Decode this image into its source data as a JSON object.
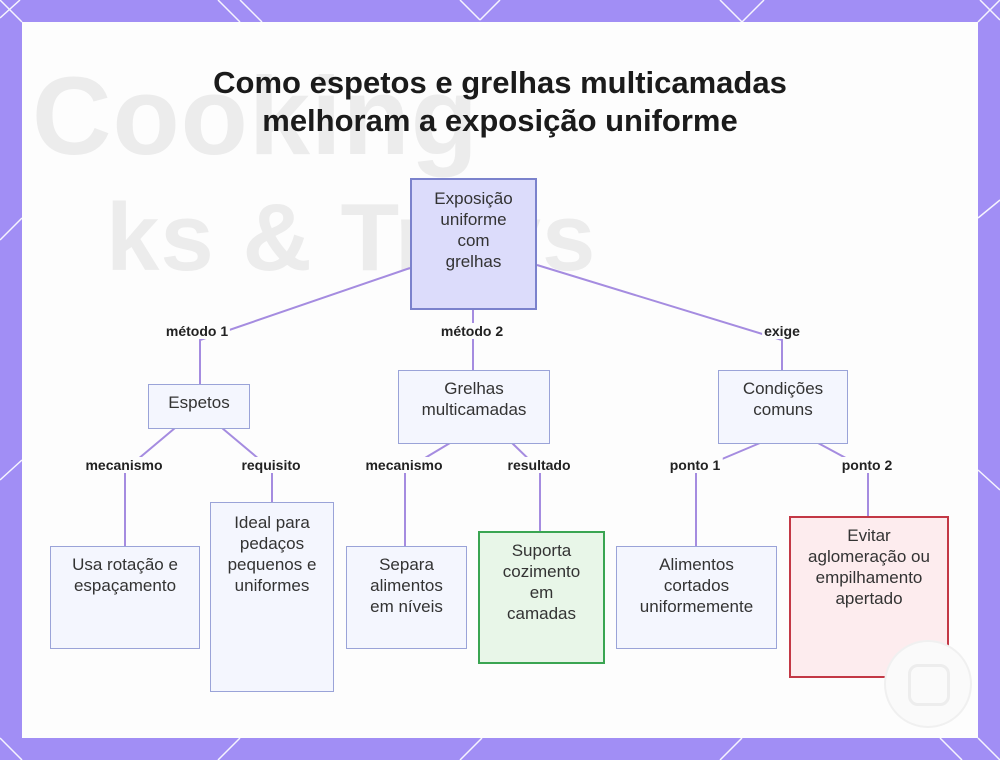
{
  "title_lines": [
    "Como espetos e grelhas multicamadas",
    "melhoram a exposição uniforme"
  ],
  "watermark": {
    "line1": "Cooking",
    "line2": "ks & Trays"
  },
  "nodes": {
    "root": "Exposição uniforme com grelhas",
    "espetos": "Espetos",
    "grelhas": "Grelhas multicamadas",
    "condicoes": "Condições comuns",
    "rotacao": "Usa rotação e espaçamento",
    "ideal": "Ideal para pedaços pequenos e uniformes",
    "separa": "Separa alimentos em níveis",
    "suporta": "Suporta cozimento em camadas",
    "cortados": "Alimentos cortados uniformemente",
    "evitar": "Evitar aglomeração ou empilhamento apertado"
  },
  "edge_labels": {
    "metodo1": "método 1",
    "metodo2": "método 2",
    "exige": "exige",
    "mecanismo1": "mecanismo",
    "requisito": "requisito",
    "mecanismo2": "mecanismo",
    "resultado": "resultado",
    "ponto1": "ponto 1",
    "ponto2": "ponto 2"
  },
  "colors": {
    "background": "#a18ef5",
    "edge": "#a58ce0",
    "root_fill": "#dcdcfb",
    "node_fill": "#f4f6fe",
    "result_fill": "#e8f6e8",
    "result_border": "#3aa552",
    "warning_fill": "#fdecee",
    "warning_border": "#c33845"
  }
}
